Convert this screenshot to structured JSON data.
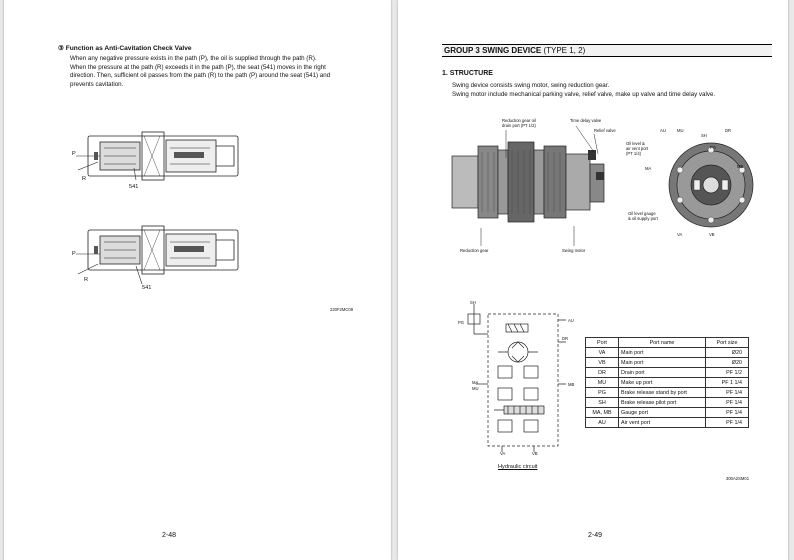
{
  "left": {
    "heading": "③ Function as Anti-Cavitation Check Valve",
    "para_lines": [
      "When any negative pressure exists in the path (P), the oil is supplied through the path (R).",
      "When the pressure at the path (R) exceeds it in the path (P), the seat (541) moves in the right",
      "direction. Then, sufficient oil passes from the path (R) to the path (P) around the seat (541) and",
      "prevents cavitation."
    ],
    "fig1": {
      "p": "P",
      "r": "R",
      "part": "541"
    },
    "fig2": {
      "p": "P",
      "r": "R",
      "part": "541"
    },
    "fig_code": "220F2MC09",
    "page_no": "2-48"
  },
  "right": {
    "group_bold": "GROUP 3  SWING DEVICE",
    "group_normal": "(TYPE 1, 2)",
    "section": "1. STRUCTURE",
    "line1": "Swing device consists swing motor, swing reduction gear.",
    "line2": "Swing motor include mechanical parking valve, relief valve, make up valve and time delay valve.",
    "structure_labels": {
      "drain_port": "Reduction gear oil\ndrain port (PT 1/2)",
      "time_delay": "Time delay valve",
      "relief": "Relief valve",
      "reduction_gear": "Reduction gear",
      "swing_motor": "Swing motor",
      "au": "AU",
      "mu": "MU",
      "sh": "SH",
      "dr": "DR",
      "pg": "PG",
      "ma": "MA",
      "mb": "MB",
      "va": "VA",
      "vb": "VB",
      "oil_level": "Oil level &\nair vent port\n(PT 1/4)",
      "oil_gauge": "Oil level gauge\n& oil supply port"
    },
    "hydraulic_labels": {
      "sh": "SH",
      "pg": "PG",
      "au": "AU",
      "dr": "DR",
      "ma_mu": "MA\nMU",
      "mb": "MB",
      "va": "VA",
      "vb": "VB",
      "caption": "Hydraulic circuit"
    },
    "table": {
      "headers": [
        "Port",
        "Port name",
        "Port size"
      ],
      "rows": [
        [
          "VA",
          "Main port",
          "Ø20"
        ],
        [
          "VB",
          "Main port",
          "Ø20"
        ],
        [
          "DR",
          "Drain port",
          "PF 1/2"
        ],
        [
          "MU",
          "Make up port",
          "PF 1 1/4"
        ],
        [
          "PG",
          "Brake release stand by port",
          "PF 1/4"
        ],
        [
          "SH",
          "Brake release pilot port",
          "PF 1/4"
        ],
        [
          "MA, MB",
          "Gauge port",
          "PF 1/4"
        ],
        [
          "AU",
          "Air vent port",
          "PF 1/4"
        ]
      ]
    },
    "fig_code": "300A2SM01",
    "page_no": "2-49"
  }
}
